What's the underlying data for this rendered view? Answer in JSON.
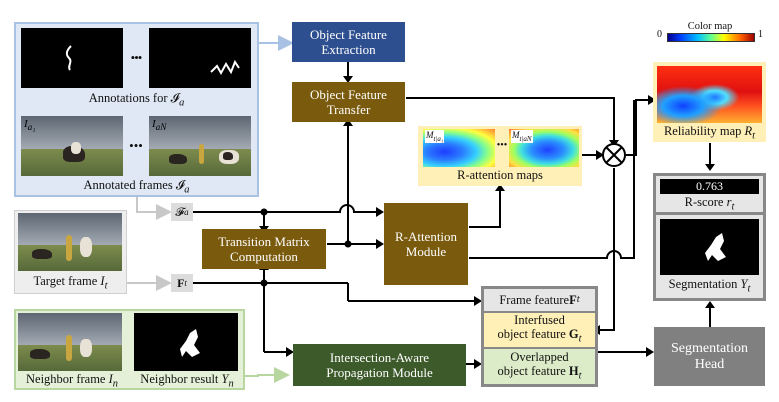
{
  "annotations": {
    "label": "Annotations for 𝓘",
    "label_sub": "a",
    "ellipsis": "•••"
  },
  "annotated_frames": {
    "label": "Annotated frames 𝓘",
    "label_sub": "a",
    "frame1_tag": "I",
    "frame1_sub": "a₁",
    "frameN_tag": "I",
    "frameN_sub": "aN",
    "ellipsis": "•••"
  },
  "target": {
    "label": "Target frame ",
    "var": "I",
    "sub": "t"
  },
  "neighbor": {
    "frame_label": "Neighbor frame ",
    "frame_var": "I",
    "frame_sub": "n",
    "result_label": "Neighbor result ",
    "result_var": "Y",
    "result_sub": "n"
  },
  "modules": {
    "object_feature_extraction": "Object Feature Extraction",
    "object_feature_transfer": "Object Feature Transfer",
    "transition_matrix": "Transition Matrix Computation",
    "r_attention": "R-Attention Module",
    "intersection_aware": "Intersection-Aware Propagation Module",
    "segmentation_head": "Segmentation Head"
  },
  "symbols": {
    "fa": "𝓕",
    "fa_sub": "a",
    "ft": "F",
    "ft_sub": "t"
  },
  "r_attention_maps": {
    "label": "R-attention maps",
    "map1": "M",
    "map1_sub": "t|a₁",
    "mapN": "M",
    "mapN_sub": "t|aN",
    "ellipsis": "•••"
  },
  "features": {
    "frame": "Frame feature ",
    "frame_var": "F",
    "frame_sub": "t",
    "interfused_1": "Interfused",
    "interfused_2": "object feature ",
    "interfused_var": "G",
    "interfused_sub": "t",
    "overlapped_1": "Overlapped",
    "overlapped_2": "object feature ",
    "overlapped_var": "H",
    "overlapped_sub": "t"
  },
  "color_map": {
    "label": "Color map",
    "min": "0",
    "max": "1"
  },
  "reliability": {
    "label": "Reliability map ",
    "var": "R",
    "sub": "t"
  },
  "rscore": {
    "value": "0.763",
    "label": "R-score ",
    "var": "r",
    "sub": "t"
  },
  "segmentation": {
    "label": "Segmentation ",
    "var": "Y",
    "sub": "t"
  },
  "colors": {
    "blue_module": "#2e4f8f",
    "brown_module": "#7a5a0c",
    "green_module": "#3d5a2a",
    "gray_module": "#808080"
  }
}
